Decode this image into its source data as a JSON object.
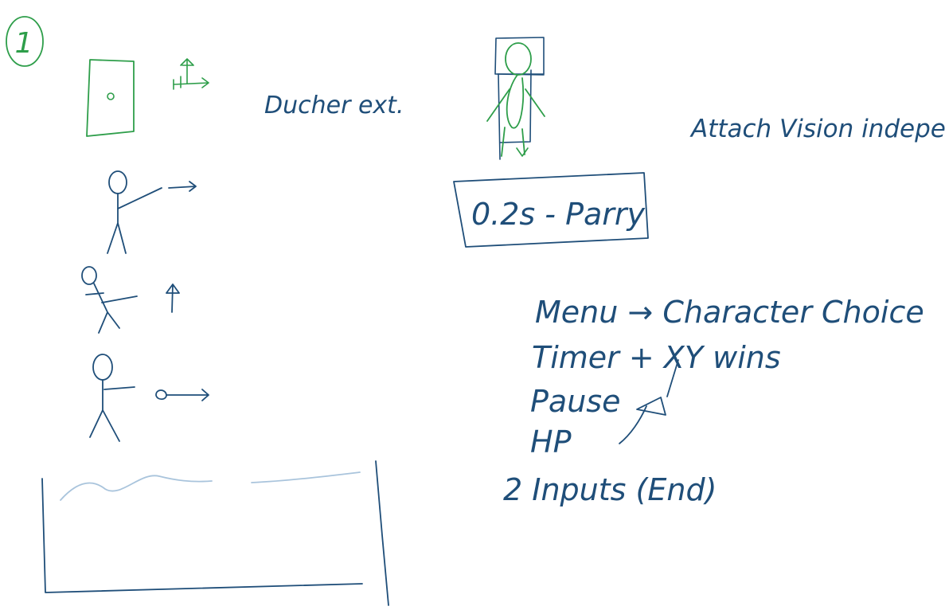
{
  "colors": {
    "ink_blue": "#1f4e79",
    "ink_green": "#2e9e4a",
    "ink_light_blue": "#a9c4dc"
  },
  "labels": {
    "step_number": "1",
    "duck_note": "Ducher ext.",
    "attach_note": "Attach Vision independent",
    "boxed_note": "0.2s - Parry",
    "todo_menu": "Menu → Character Choice",
    "todo_timer": "Timer + XY wins",
    "todo_pause": "Pause",
    "todo_hp": "HP",
    "todo_inputs": "2 Inputs (End)"
  }
}
